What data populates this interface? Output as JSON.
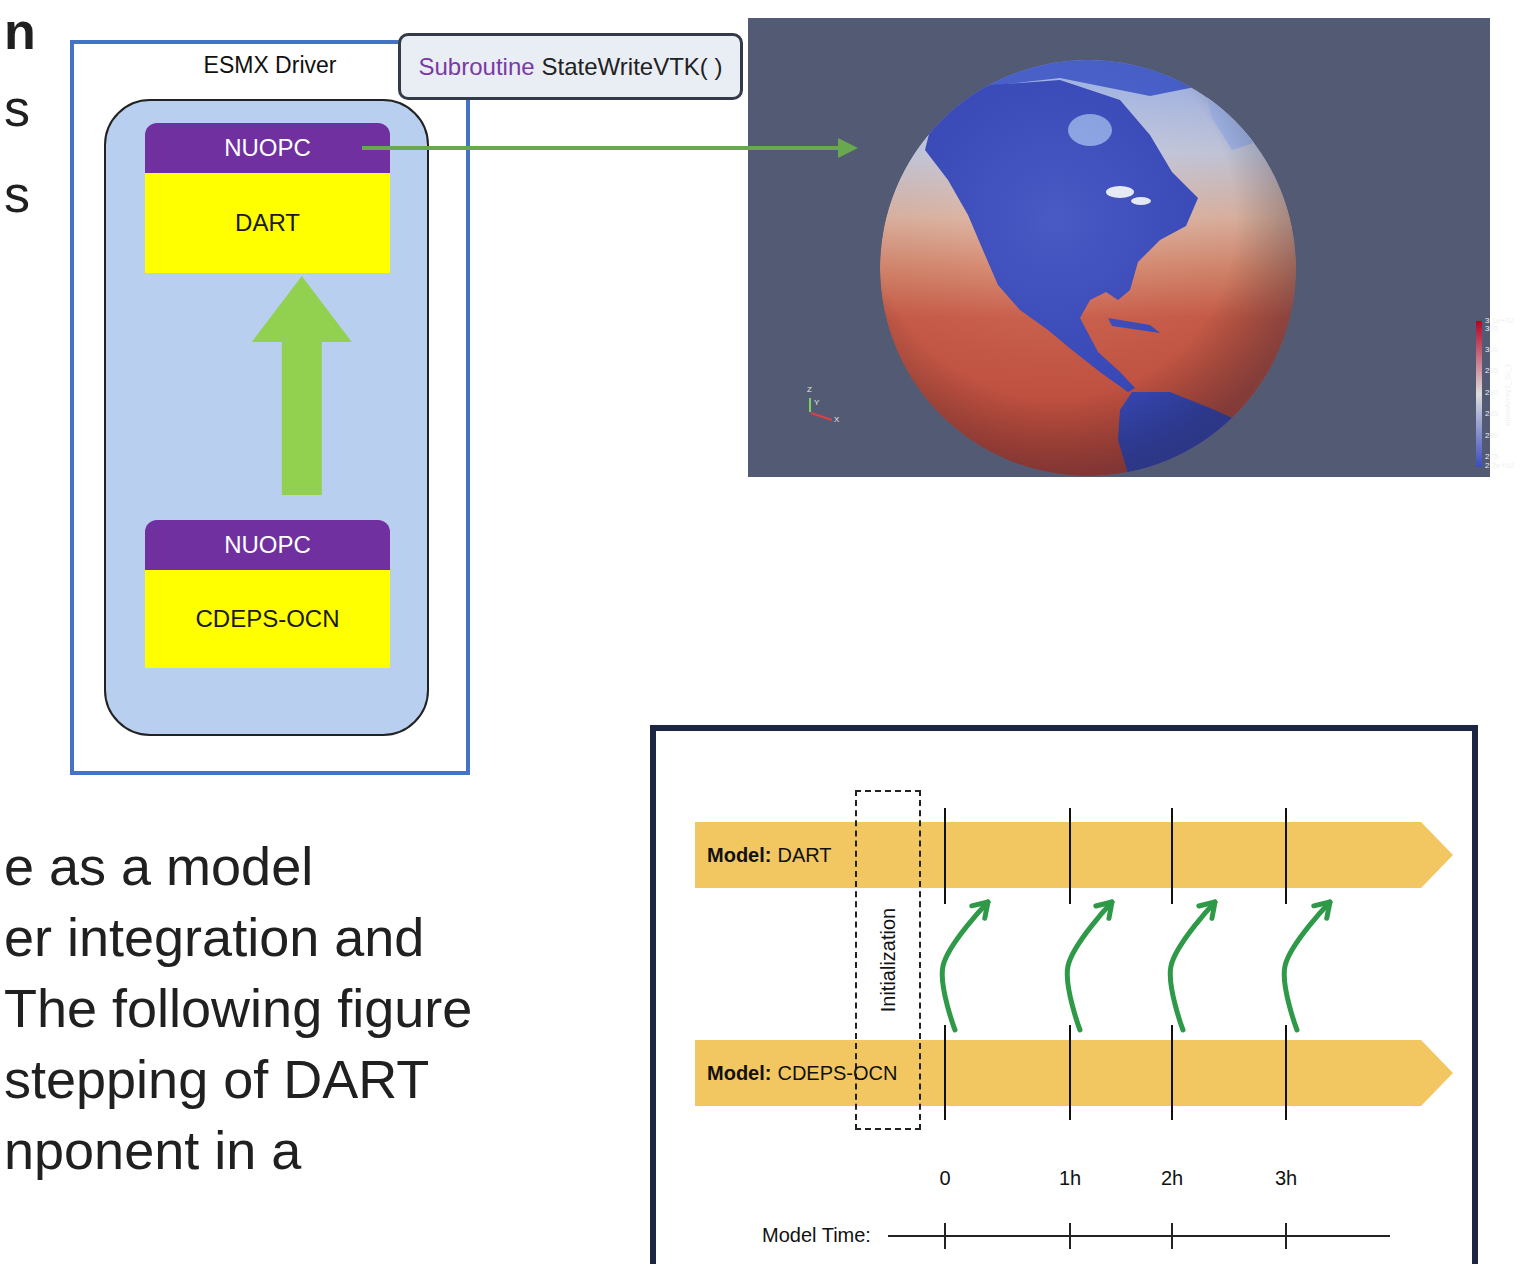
{
  "diagram": {
    "nodes": [
      {
        "text": [
          "ESMX Driver"
        ]
      },
      {
        "text": [
          "NUOPC"
        ],
        "in": 0
      },
      {
        "text": [
          "DART"
        ],
        "in": 0
      },
      {
        "text": [
          "NUOPC"
        ],
        "in": 0
      },
      {
        "text": [
          "CDEPS-OCN"
        ],
        "in": 0
      },
      {
        "text": [
          "Subroutine",
          "StateWriteVTK( )"
        ]
      },
      {
        "text": [
          "Model:",
          "DART"
        ]
      },
      {
        "text": [
          "Initialization"
        ]
      },
      {
        "text": [
          "Model:",
          "CDEPS-OCN"
        ]
      }
    ],
    "edges": [
      {
        "from": 3,
        "to": 2,
        "arrow": "to"
      },
      {
        "from": 8,
        "to": 6,
        "arrow": "to"
      },
      {
        "from": 8,
        "to": 6,
        "arrow": "to"
      },
      {
        "from": 8,
        "to": 6,
        "arrow": "to"
      },
      {
        "from": 8,
        "to": 6,
        "arrow": "to"
      }
    ],
    "labels": [
      "n",
      "s",
      "s",
      "e as a model",
      "er integration and",
      "The following figure",
      "stepping of DART",
      "nponent in a",
      "3.1e+02",
      "305",
      "300",
      "295",
      "290",
      "285",
      "280",
      "275",
      "2.7e+02",
      "elemArray1_Sc_t",
      "Z",
      "Y",
      "X",
      "0",
      "1h",
      "2h",
      "3h",
      "Model Time:"
    ]
  }
}
